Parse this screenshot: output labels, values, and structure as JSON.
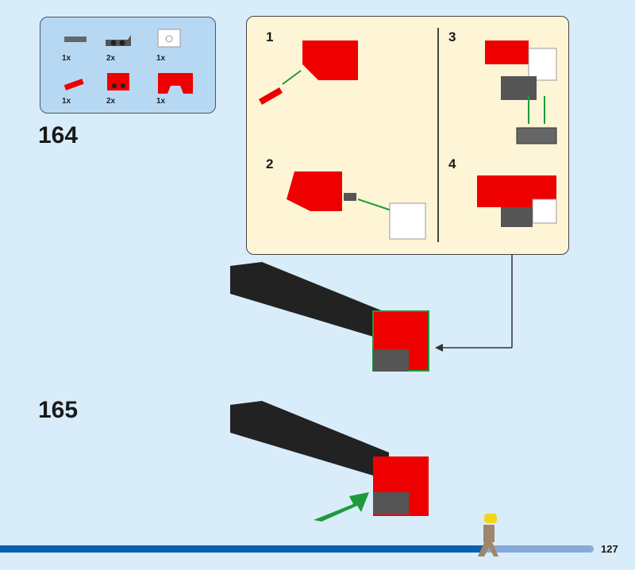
{
  "parts_list": [
    {
      "qty": "1x",
      "part": "gray-axle-pin"
    },
    {
      "qty": "2x",
      "part": "dark-gray-bracket"
    },
    {
      "qty": "1x",
      "part": "white-technic-brick"
    },
    {
      "qty": "1x",
      "part": "red-axle-pin"
    },
    {
      "qty": "2x",
      "part": "red-bracket"
    },
    {
      "qty": "1x",
      "part": "red-wedge-brick"
    }
  ],
  "steps": [
    {
      "number": "164"
    },
    {
      "number": "165"
    }
  ],
  "substeps": [
    "1",
    "2",
    "3",
    "4"
  ],
  "page_number": "127",
  "progress": 0.82,
  "colors": {
    "background": "#d8ecfa",
    "callout": "#fdf5d5",
    "progress": "#0b5fb0",
    "progress_track": "#86a9d8",
    "arrow": "#1e9a3a"
  }
}
